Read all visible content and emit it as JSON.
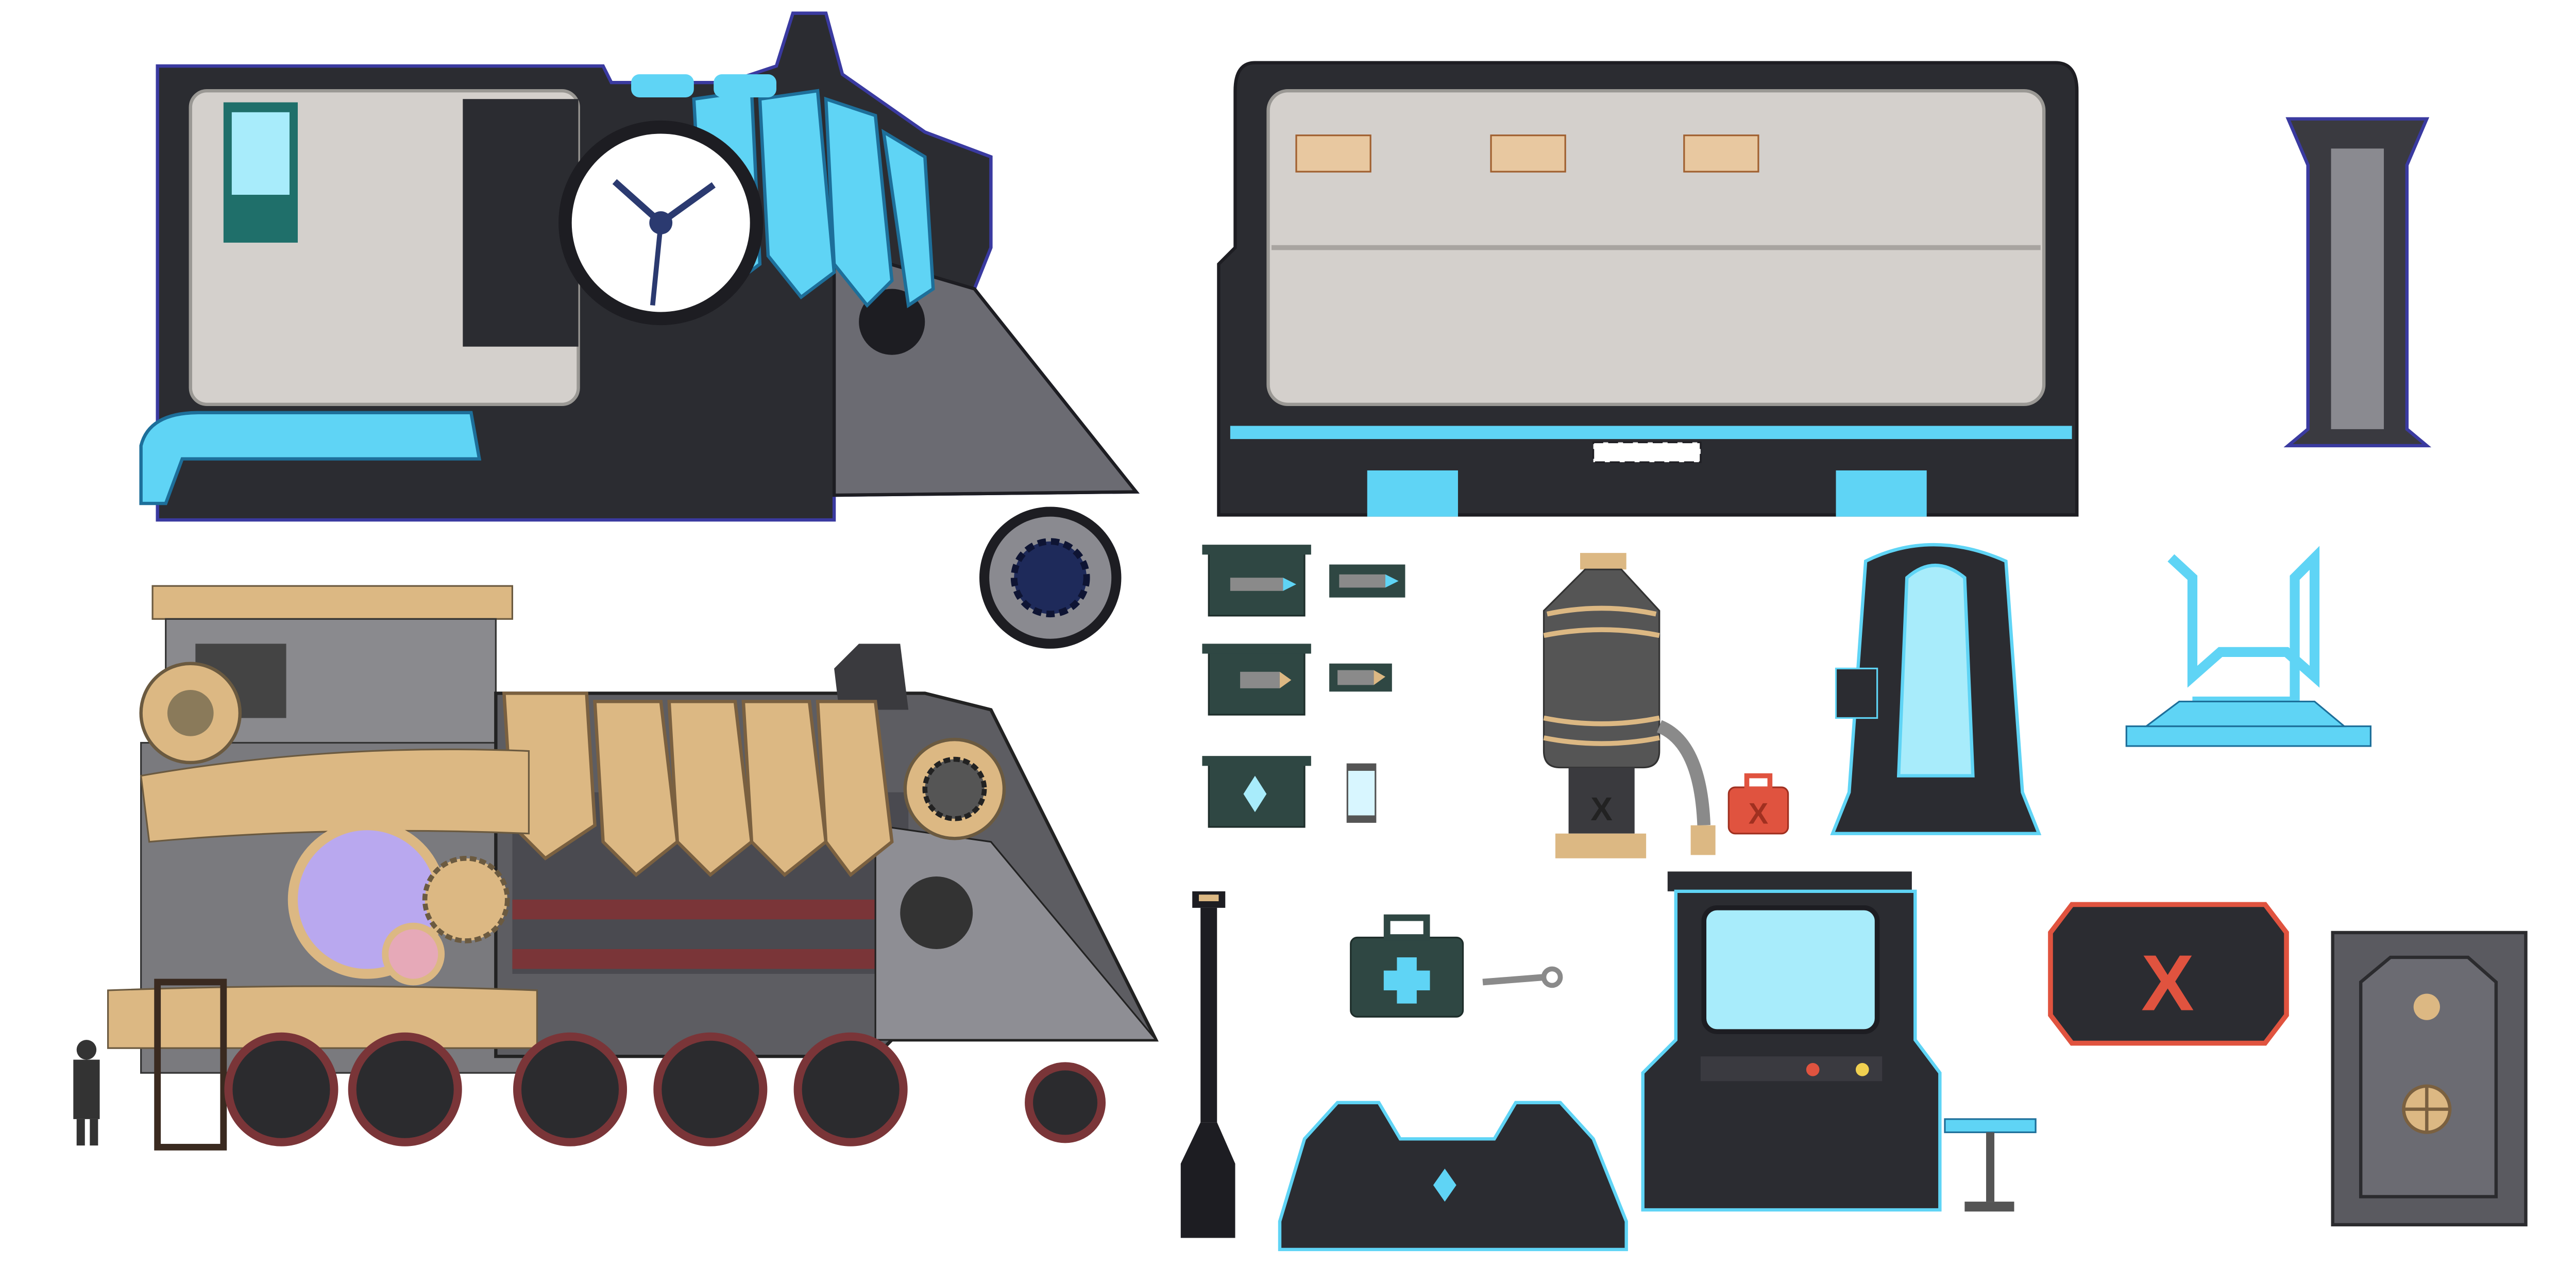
{
  "sheet": {
    "type": "sprite sheet",
    "background": "#ffffff",
    "palette": {
      "outline": "#1d1d22",
      "dark_metal": "#2b2c31",
      "grey_metal": "#6b6b72",
      "interior_wall": "#d4d0cc",
      "neon_blue": "#5fd4f5",
      "light_blue": "#a8ecfb",
      "brass": "#dcb883",
      "maroon": "#7a3538",
      "ammo_green": "#2f4743",
      "red": "#e0533f",
      "lavender": "#b9a8ef"
    }
  },
  "sprites": [
    {
      "id": "futuristic-locomotive",
      "icon": "clock-icon"
    },
    {
      "id": "locomotive-wheel",
      "icon": "gear-icon"
    },
    {
      "id": "steampunk-locomotive",
      "icon": "gear-icon"
    },
    {
      "id": "conductor-figure"
    },
    {
      "id": "passenger-car"
    },
    {
      "id": "pillar"
    },
    {
      "id": "ammo-box-rocket"
    },
    {
      "id": "rocket-ammo"
    },
    {
      "id": "ammo-box-bullet"
    },
    {
      "id": "bullet-ammo"
    },
    {
      "id": "ammo-box-crystal"
    },
    {
      "id": "energy-vial"
    },
    {
      "id": "boiler-tank",
      "mark": "X"
    },
    {
      "id": "red-case",
      "mark": "X"
    },
    {
      "id": "cryo-pod"
    },
    {
      "id": "blue-bracket"
    },
    {
      "id": "lamp-post"
    },
    {
      "id": "medkit",
      "icon": "medical-cross-icon"
    },
    {
      "id": "wrench",
      "icon": "wrench-icon"
    },
    {
      "id": "control-console"
    },
    {
      "id": "arcade-cabinet"
    },
    {
      "id": "stool"
    },
    {
      "id": "red-x-crate",
      "mark": "X"
    },
    {
      "id": "vault-door"
    }
  ]
}
